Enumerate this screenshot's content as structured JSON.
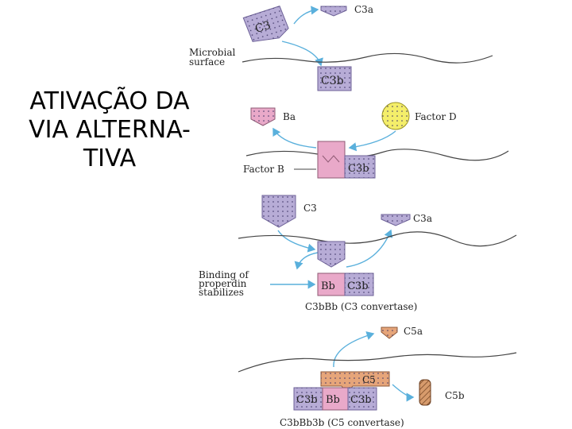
{
  "slide": {
    "title_lines": [
      "ATIVAÇÃO DA",
      "VIA ALTERNA-",
      "TIVA"
    ]
  },
  "diagram": {
    "step1": {
      "c3": "C3",
      "c3a": "C3a",
      "microbial_surface": [
        "Microbial",
        "surface"
      ],
      "c3b": "C3b"
    },
    "step2": {
      "ba": "Ba",
      "factor_d": "Factor D",
      "factor_b": "Factor B",
      "c3b": "C3b"
    },
    "step3": {
      "c3": "C3",
      "c3a": "C3a",
      "binding_note": [
        "Binding of",
        "properdin",
        "stabilizes"
      ],
      "bb": "Bb",
      "c3b": "C3b",
      "convertase": "C3bBb (C3 convertase)"
    },
    "step4": {
      "c5a": "C5a",
      "c5": "C5",
      "c5b": "C5b",
      "c3b_left": "C3b",
      "bb": "Bb",
      "c3b_right": "C3b",
      "convertase": "C3bBb3b (C5 convertase)"
    }
  },
  "colors": {
    "c3_block": "#b7acd6",
    "factor_b_block": "#e9a9c9",
    "c5_block": "#e6a57a",
    "factor_d": "#f4ee6a",
    "arrows": "#5ab0dc"
  }
}
